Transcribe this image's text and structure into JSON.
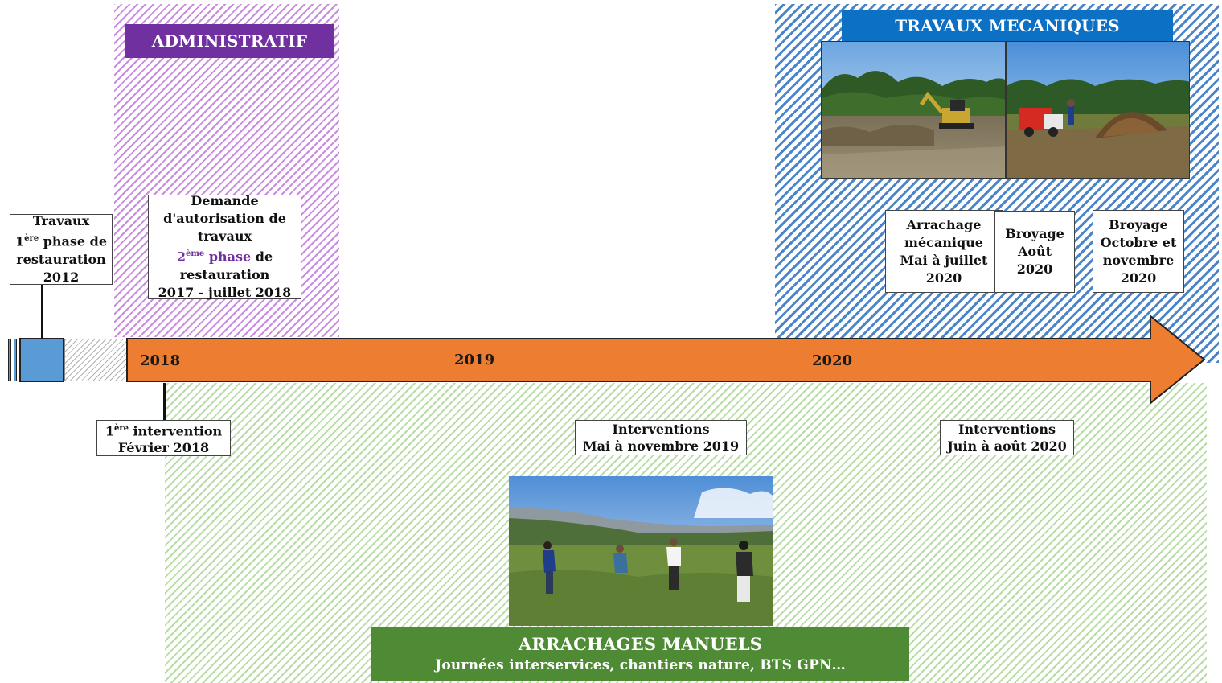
{
  "zones": {
    "admin_title": "ADMINISTRATIF",
    "meca_title": "TRAVAUX MECANIQUES",
    "manuel_title": "ARRACHAGES MANUELS",
    "manuel_subtitle": "Journées interservices, chantiers nature, BTS GPN…"
  },
  "timeline": {
    "years": [
      "2018",
      "2019",
      "2020"
    ]
  },
  "boxes": {
    "travaux2012": {
      "l1": "Travaux",
      "l2_sup": "ère",
      "l2_pre": "1",
      "l2_rest": " phase de",
      "l3": "restauration",
      "l4": "2012"
    },
    "demande": {
      "l1": "Demande",
      "l2": "d'autorisation de",
      "l3": "travaux",
      "l4_pre": "2",
      "l4_sup": "ème",
      "l4_word": " phase",
      "l4_rest": " de",
      "l5": "restauration",
      "l6": "2017 - juillet 2018"
    },
    "intervention2018": {
      "l1_pre": "1",
      "l1_sup": "ère",
      "l1_rest": " intervention",
      "l2": "Février 2018"
    },
    "interventions2019": {
      "l1": "Interventions",
      "l2": "Mai à novembre 2019"
    },
    "interventions2020": {
      "l1": "Interventions",
      "l2": "Juin à août  2020"
    },
    "arrachage_meca": {
      "l1": "Arrachage",
      "l2": "mécanique",
      "l3": "Mai à juillet",
      "l4": "2020"
    },
    "broyage_aout": {
      "l1": "Broyage",
      "l2": "Août",
      "l3": "2020"
    },
    "broyage_oct": {
      "l1": "Broyage",
      "l2": "Octobre et",
      "l3": "novembre",
      "l4": "2020"
    }
  },
  "colors": {
    "arrow": "#ed7d31",
    "admin": "#7030a0",
    "meca": "#0c70c4",
    "manuel": "#4e8b34",
    "timeline_start": "#5b9bd5"
  }
}
